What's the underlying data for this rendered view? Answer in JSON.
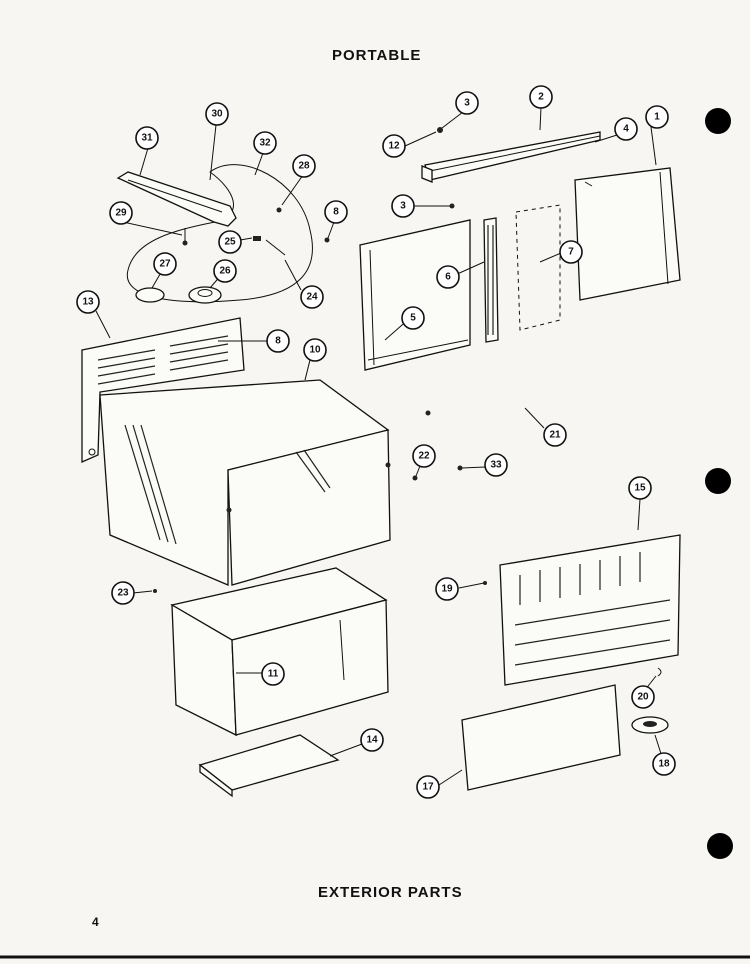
{
  "header": {
    "title": "PORTABLE"
  },
  "footer": {
    "caption": "EXTERIOR PARTS",
    "page_number": "4"
  },
  "callouts": [
    {
      "id": "1",
      "label": "1"
    },
    {
      "id": "2",
      "label": "2"
    },
    {
      "id": "3a",
      "label": "3"
    },
    {
      "id": "3b",
      "label": "3"
    },
    {
      "id": "4",
      "label": "4"
    },
    {
      "id": "5",
      "label": "5"
    },
    {
      "id": "6",
      "label": "6"
    },
    {
      "id": "7",
      "label": "7"
    },
    {
      "id": "8a",
      "label": "8"
    },
    {
      "id": "8b",
      "label": "8"
    },
    {
      "id": "10",
      "label": "10"
    },
    {
      "id": "11",
      "label": "11"
    },
    {
      "id": "12",
      "label": "12"
    },
    {
      "id": "13",
      "label": "13"
    },
    {
      "id": "14",
      "label": "14"
    },
    {
      "id": "15",
      "label": "15"
    },
    {
      "id": "17",
      "label": "17"
    },
    {
      "id": "18",
      "label": "18"
    },
    {
      "id": "19",
      "label": "19"
    },
    {
      "id": "20",
      "label": "20"
    },
    {
      "id": "21",
      "label": "21"
    },
    {
      "id": "22",
      "label": "22"
    },
    {
      "id": "23",
      "label": "23"
    },
    {
      "id": "24",
      "label": "24"
    },
    {
      "id": "25",
      "label": "25"
    },
    {
      "id": "26",
      "label": "26"
    },
    {
      "id": "27",
      "label": "27"
    },
    {
      "id": "28",
      "label": "28"
    },
    {
      "id": "29",
      "label": "29"
    },
    {
      "id": "30",
      "label": "30"
    },
    {
      "id": "31",
      "label": "31"
    },
    {
      "id": "32",
      "label": "32"
    },
    {
      "id": "33",
      "label": "33"
    }
  ]
}
